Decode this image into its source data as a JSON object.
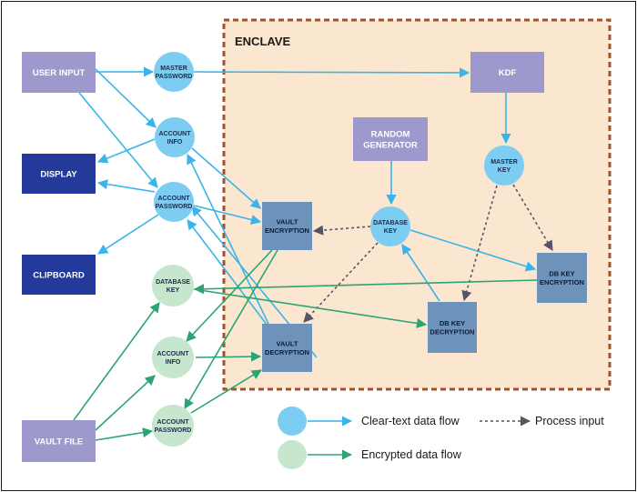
{
  "colors": {
    "clear_flow": "#3ab4ea",
    "encrypted_flow": "#2ba572",
    "process_input": "#555566",
    "enclave_border": "#a0522d",
    "enclave_fill": "#fbe6d0",
    "purple_box": "#9d99cd",
    "navy_box": "#233a9a",
    "steel_box": "#6e93bb",
    "light_blue_circle": "#7dcdf3",
    "light_green_circle": "#c6e6cd"
  },
  "enclave": {
    "label": "ENCLAVE"
  },
  "nodes": {
    "user_input": {
      "lines": [
        "USER INPUT"
      ]
    },
    "display": {
      "lines": [
        "DISPLAY"
      ]
    },
    "clipboard": {
      "lines": [
        "CLIPBOARD"
      ]
    },
    "vault_file": {
      "lines": [
        "VAULT FILE"
      ]
    },
    "master_password": {
      "lines": [
        "MASTER",
        "PASSWORD"
      ]
    },
    "account_info_clear": {
      "lines": [
        "ACCOUNT",
        "INFO"
      ]
    },
    "account_password_clear": {
      "lines": [
        "ACCOUNT",
        "PASSWORD"
      ]
    },
    "database_key_enc": {
      "lines": [
        "DATABASE",
        "KEY"
      ]
    },
    "account_info_enc": {
      "lines": [
        "ACCOUNT",
        "INFO"
      ]
    },
    "account_password_enc": {
      "lines": [
        "ACCOUNT",
        "PASSWORD"
      ]
    },
    "kdf": {
      "lines": [
        "KDF"
      ]
    },
    "random_generator": {
      "lines": [
        "RANDOM",
        "GENERATOR"
      ]
    },
    "master_key": {
      "lines": [
        "MASTER",
        "KEY"
      ]
    },
    "database_key": {
      "lines": [
        "DATABASE",
        "KEY"
      ]
    },
    "vault_encryption": {
      "lines": [
        "VAULT",
        "ENCRYPTION"
      ]
    },
    "vault_decryption": {
      "lines": [
        "VAULT",
        "DECRYPTION"
      ]
    },
    "db_key_encryption": {
      "lines": [
        "DB KEY",
        "ENCRYPTION"
      ]
    },
    "db_key_decryption": {
      "lines": [
        "DB KEY",
        "DECRYPTION"
      ]
    }
  },
  "legend": {
    "clear_text": "Clear-text data flow",
    "process_input": "Process input",
    "encrypted": "Encrypted data flow"
  }
}
